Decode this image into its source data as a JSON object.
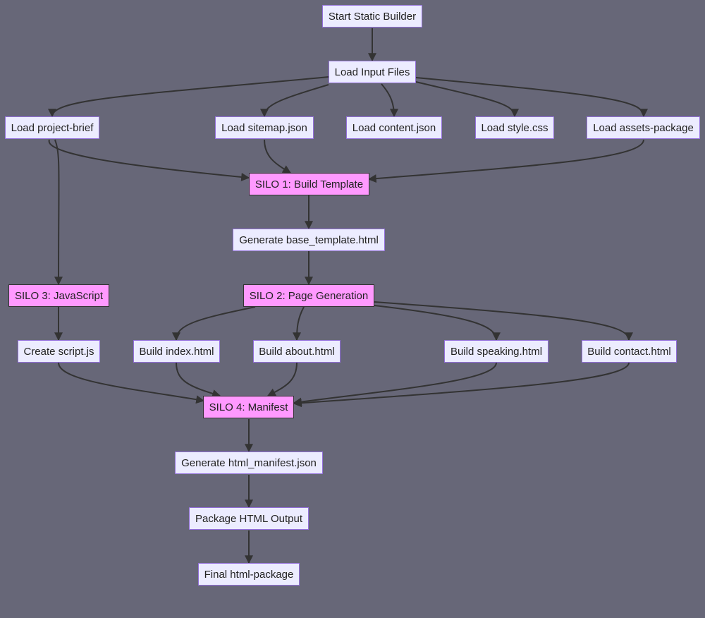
{
  "colors": {
    "background": "#676778",
    "node_fill": "#ececff",
    "node_border": "#9370db",
    "silo_fill": "#ff99ff",
    "silo_border": "#333333",
    "edge": "#333333",
    "text": "#222222"
  },
  "nodes": {
    "start": {
      "label": "Start Static Builder"
    },
    "load_input": {
      "label": "Load Input Files"
    },
    "load_brief": {
      "label": "Load project-brief"
    },
    "load_sitemap": {
      "label": "Load sitemap.json"
    },
    "load_content": {
      "label": "Load content.json"
    },
    "load_style": {
      "label": "Load style.css"
    },
    "load_assets": {
      "label": "Load assets-package"
    },
    "silo1": {
      "label": "SILO 1: Build Template"
    },
    "gen_base": {
      "label": "Generate base_template.html"
    },
    "silo3": {
      "label": "SILO 3: JavaScript"
    },
    "silo2": {
      "label": "SILO 2: Page Generation"
    },
    "create_js": {
      "label": "Create script.js"
    },
    "build_index": {
      "label": "Build index.html"
    },
    "build_about": {
      "label": "Build about.html"
    },
    "build_speaking": {
      "label": "Build speaking.html"
    },
    "build_contact": {
      "label": "Build contact.html"
    },
    "silo4": {
      "label": "SILO 4: Manifest"
    },
    "gen_manifest": {
      "label": "Generate html_manifest.json"
    },
    "package_html": {
      "label": "Package HTML Output"
    },
    "final": {
      "label": "Final html-package"
    }
  },
  "edges": [
    {
      "from": "start",
      "to": "load_input"
    },
    {
      "from": "load_input",
      "to": "load_brief"
    },
    {
      "from": "load_input",
      "to": "load_sitemap"
    },
    {
      "from": "load_input",
      "to": "load_content"
    },
    {
      "from": "load_input",
      "to": "load_style"
    },
    {
      "from": "load_input",
      "to": "load_assets"
    },
    {
      "from": "load_brief",
      "to": "silo1"
    },
    {
      "from": "load_sitemap",
      "to": "silo1"
    },
    {
      "from": "load_assets",
      "to": "silo1"
    },
    {
      "from": "load_brief",
      "to": "silo3"
    },
    {
      "from": "silo1",
      "to": "gen_base"
    },
    {
      "from": "gen_base",
      "to": "silo2"
    },
    {
      "from": "silo2",
      "to": "build_index"
    },
    {
      "from": "silo2",
      "to": "build_about"
    },
    {
      "from": "silo2",
      "to": "build_speaking"
    },
    {
      "from": "silo2",
      "to": "build_contact"
    },
    {
      "from": "silo3",
      "to": "create_js"
    },
    {
      "from": "create_js",
      "to": "silo4"
    },
    {
      "from": "build_index",
      "to": "silo4"
    },
    {
      "from": "build_about",
      "to": "silo4"
    },
    {
      "from": "build_speaking",
      "to": "silo4"
    },
    {
      "from": "build_contact",
      "to": "silo4"
    },
    {
      "from": "silo4",
      "to": "gen_manifest"
    },
    {
      "from": "gen_manifest",
      "to": "package_html"
    },
    {
      "from": "package_html",
      "to": "final"
    }
  ]
}
